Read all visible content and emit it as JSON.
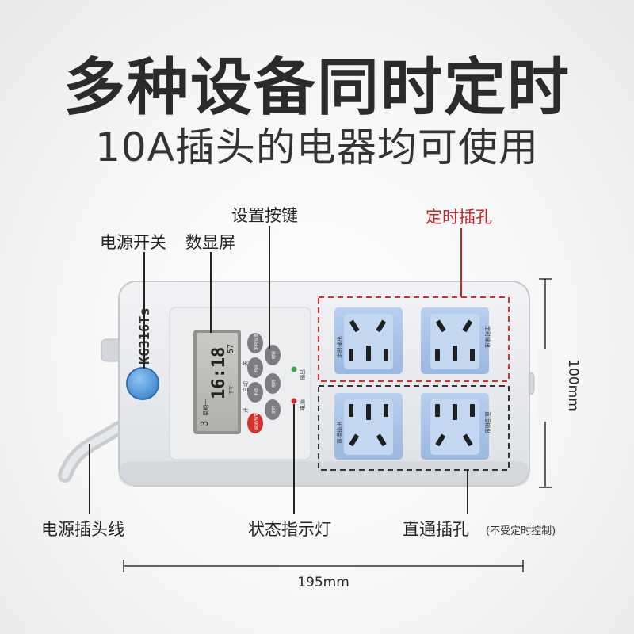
{
  "headline": "多种设备同时定时",
  "subline": "10A插头的电器均可使用",
  "labels": {
    "settings_buttons": "设置按键",
    "timed_sockets": "定时插孔",
    "power_switch": "电源开关",
    "display": "数显屏",
    "power_cord": "电源插头线",
    "status_light": "状态指示灯",
    "direct_sockets": "直通插孔",
    "direct_note": "(不受定时控制)"
  },
  "dimensions": {
    "height": "100mm",
    "width": "195mm"
  },
  "device": {
    "model": "KG316Ts",
    "lcd_time": "16:18",
    "lcd_seconds": "57",
    "lcd_day": "3",
    "lcd_week": "星期一",
    "lcd_auto": "自动",
    "lcd_on": "开",
    "lcd_off": "关",
    "lcd_am_pm": "下午",
    "buttons": [
      "定时/设置",
      "时钟",
      "时间",
      "校时",
      "手动",
      "取消/恢复",
      "定时",
      "时分"
    ],
    "indicator_output": "输出",
    "indicator_power": "电源",
    "socket_label_timed": "定时输出",
    "socket_label_direct": "直接输出"
  },
  "colors": {
    "socket_blue": "#a9c4e6",
    "timed_frame": "#d62e2e",
    "direct_frame": "#333333",
    "power_button": "#5aa3e6"
  }
}
